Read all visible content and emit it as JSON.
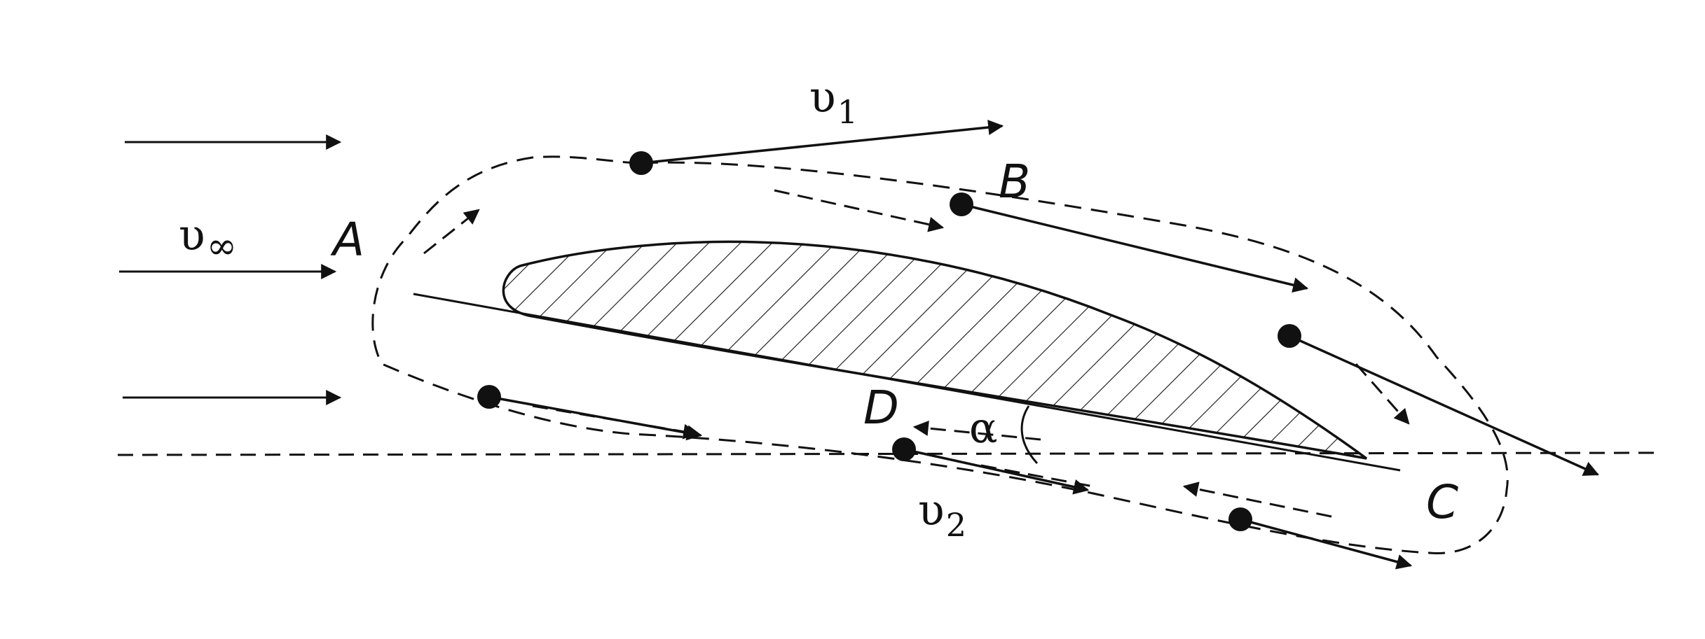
{
  "labels": {
    "point_a": "A",
    "point_b": "B",
    "point_c": "C",
    "point_d": "D",
    "freestream_base": "υ",
    "freestream_sub": "∞",
    "upper_velocity_base": "υ",
    "upper_velocity_sub": "1",
    "lower_velocity_base": "υ",
    "lower_velocity_sub": "2",
    "angle_of_attack": "α"
  },
  "colors": {
    "ink": "#111111",
    "background": "#ffffff"
  }
}
